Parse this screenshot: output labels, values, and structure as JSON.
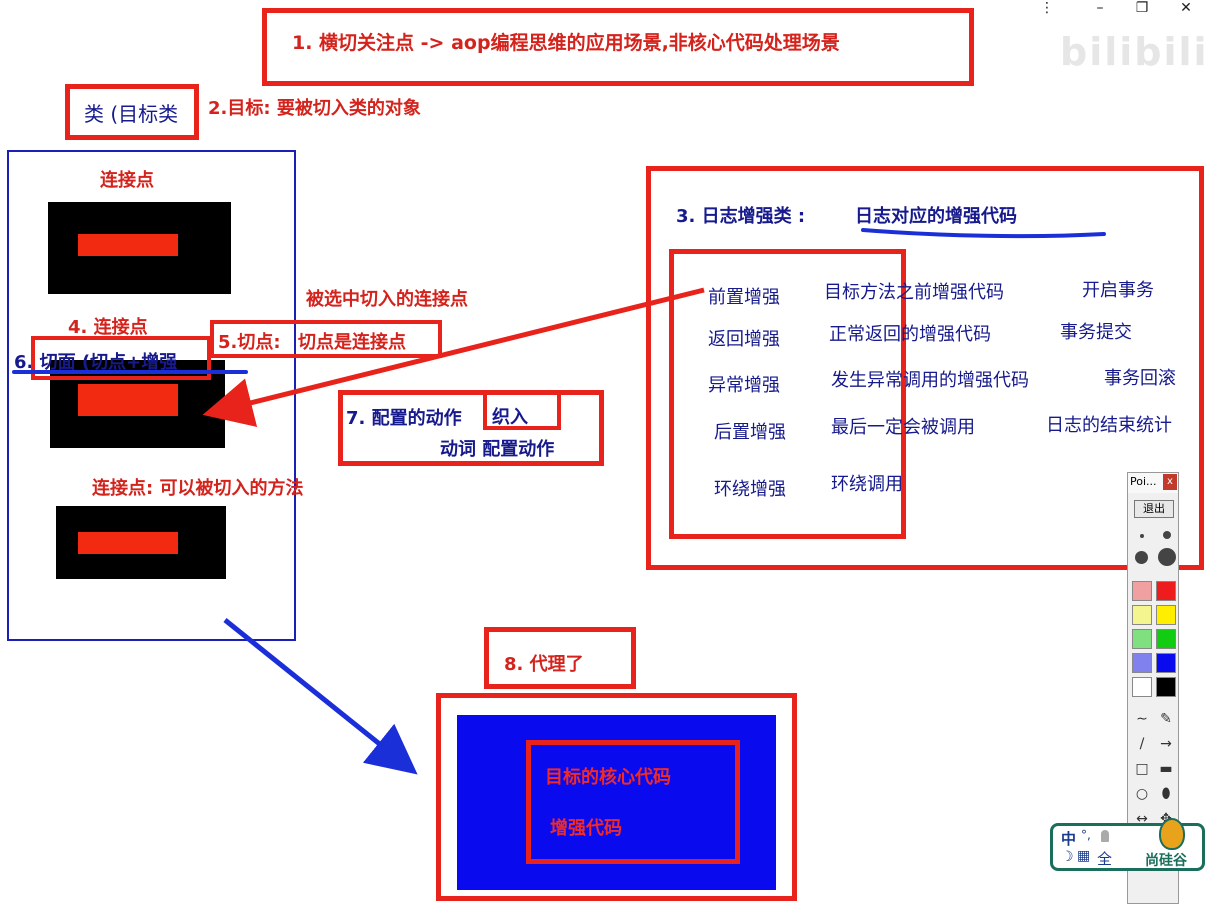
{
  "window": {
    "menu_icon": "⋮",
    "minimize_icon": "–",
    "restore_icon": "❐",
    "close_icon": "✕"
  },
  "watermark": "bilibili",
  "labels": {
    "n1": "1. 横切关注点 -> aop编程思维的应用场景,非核心代码处理场景",
    "target_class": "类 (目标类",
    "n2": "2.目标: 要被切入类的对象",
    "join_point_top": "连接点",
    "selected_join_point": "被选中切入的连接点",
    "n4": "4.  连接点",
    "n5_prefix": "5.切点: ",
    "n5_value": "切点是连接点",
    "n6": "6. 切面 (切点+增强",
    "join_point_desc": "连接点: 可以被切入的方法",
    "n7_prefix": "7. 配置的动作",
    "n7_value": "织入",
    "n7_sub": "动词 配置动作",
    "n3_prefix": "3.  日志增强类 : ",
    "n3_value": "日志对应的增强代码",
    "n8": "8.   代理了",
    "proxy_core": "目标的核心代码",
    "proxy_enhance": "增强代码"
  },
  "advice_rows": [
    {
      "type": "前置增强",
      "desc": "目标方法之前增强代码",
      "tx": "开启事务"
    },
    {
      "type": "返回增强",
      "desc": "正常返回的增强代码",
      "tx": "事务提交"
    },
    {
      "type": "异常增强",
      "desc": "发生异常调用的增强代码",
      "tx": "事务回滚"
    },
    {
      "type": "后置增强",
      "desc": "最后一定会被调用",
      "tx": "日志的结束统计"
    },
    {
      "type": "环绕增强",
      "desc": "环绕调用",
      "tx": ""
    }
  ],
  "palette": {
    "title": "Poi...",
    "close": "x",
    "exit_button": "退出",
    "colors": [
      "#f0a0a0",
      "#ee1c1c",
      "#f5f590",
      "#ffee00",
      "#80e080",
      "#11cc11",
      "#8080ee",
      "#0a0aee",
      "#ffffff",
      "#000000"
    ],
    "tools": [
      "∼",
      "✎",
      "/",
      "→",
      "□",
      "▬",
      "○",
      "⬮",
      "↔",
      "✥",
      "+",
      "−"
    ]
  },
  "ime": {
    "mode": "中",
    "punct": "°,",
    "moon": "☽",
    "grid": "▦",
    "full": "全",
    "brand": "尚硅谷"
  }
}
